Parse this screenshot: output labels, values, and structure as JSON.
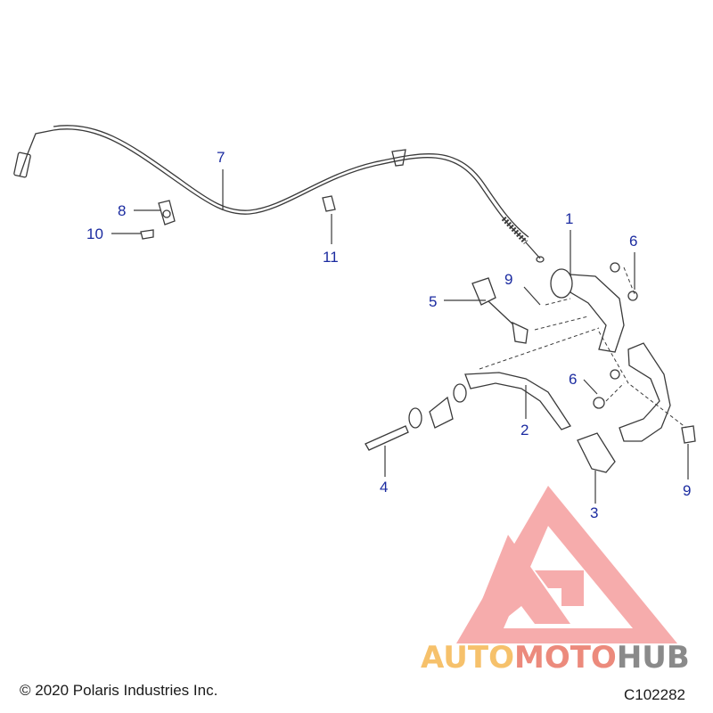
{
  "callouts": [
    "1",
    "2",
    "3",
    "4",
    "5",
    "6",
    "6",
    "7",
    "8",
    "9",
    "9",
    "10",
    "11"
  ],
  "footer": {
    "copyright": "© 2020 Polaris Industries Inc.",
    "code": "C102282"
  },
  "watermark": {
    "brand_auto": "AUTO",
    "brand_moto": "MOTO",
    "brand_hub": "HUB",
    "color_auto": "#f6c16b",
    "color_moto": "#ec8a7c",
    "color_hub": "#8a8a8a",
    "color_logo": "#ef6a6a"
  },
  "colors": {
    "callout": "#1b2ba0",
    "line": "#3a3a3a"
  }
}
